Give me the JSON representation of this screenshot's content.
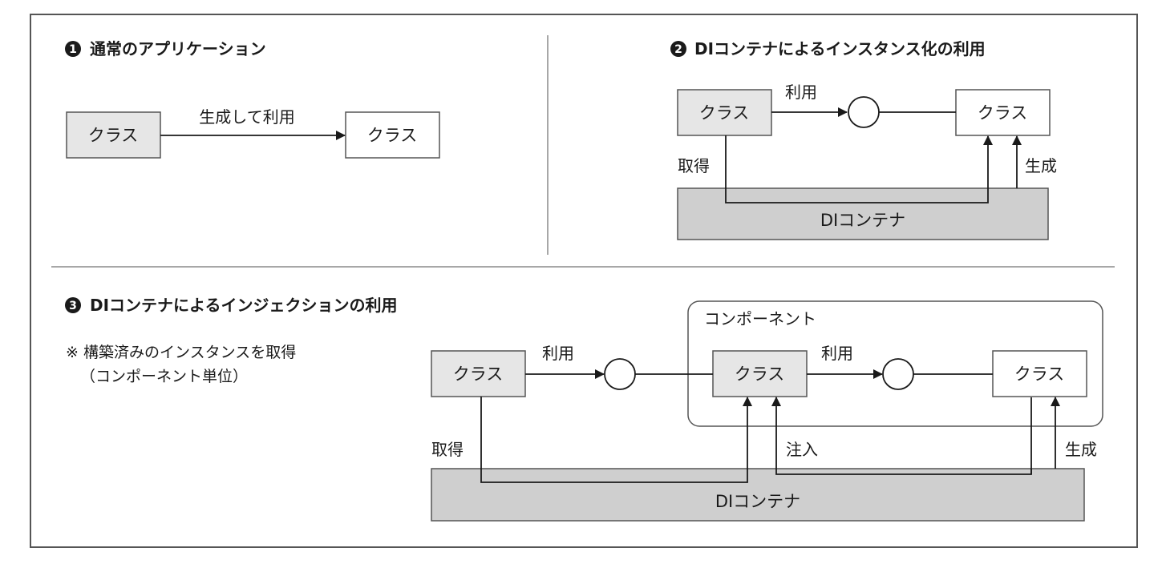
{
  "colors": {
    "border": "#555555",
    "class_shaded": "#e6e6e6",
    "class_plain": "#ffffff",
    "container_fill": "#cfcfcf",
    "line": "#1a1a1a"
  },
  "section1": {
    "number": "1",
    "heading": "通常のアプリケーション",
    "class_left": "クラス",
    "class_right": "クラス",
    "arrow_label": "生成して利用"
  },
  "section2": {
    "number": "2",
    "heading": "DIコンテナによるインスタンス化の利用",
    "class_left": "クラス",
    "class_right": "クラス",
    "use_label": "利用",
    "get_label": "取得",
    "create_label": "生成",
    "container_label": "DIコンテナ"
  },
  "section3": {
    "number": "3",
    "heading": "DIコンテナによるインジェクションの利用",
    "note_line1": "※ 構築済みのインスタンスを取得",
    "note_line2": "（コンポーネント単位）",
    "component_label": "コンポーネント",
    "class_left": "クラス",
    "class_middle": "クラス",
    "class_right": "クラス",
    "use_label_1": "利用",
    "use_label_2": "利用",
    "get_label": "取得",
    "inject_label": "注入",
    "create_label": "生成",
    "container_label": "DIコンテナ"
  }
}
